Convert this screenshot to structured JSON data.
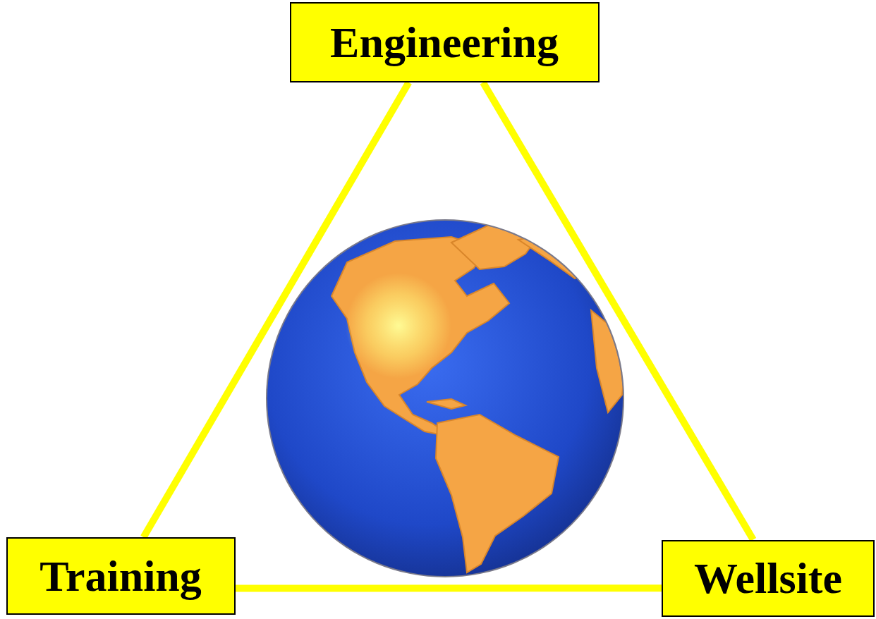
{
  "diagram": {
    "nodes": [
      {
        "text": [
          "Engineering"
        ]
      },
      {
        "text": [
          "Training"
        ]
      },
      {
        "text": [
          "Wellsite"
        ]
      }
    ],
    "edges": [
      {
        "from": 0,
        "to": 1,
        "arrow": "none"
      },
      {
        "from": 0,
        "to": 2,
        "arrow": "none"
      },
      {
        "from": 1,
        "to": 2,
        "arrow": "none"
      }
    ]
  }
}
